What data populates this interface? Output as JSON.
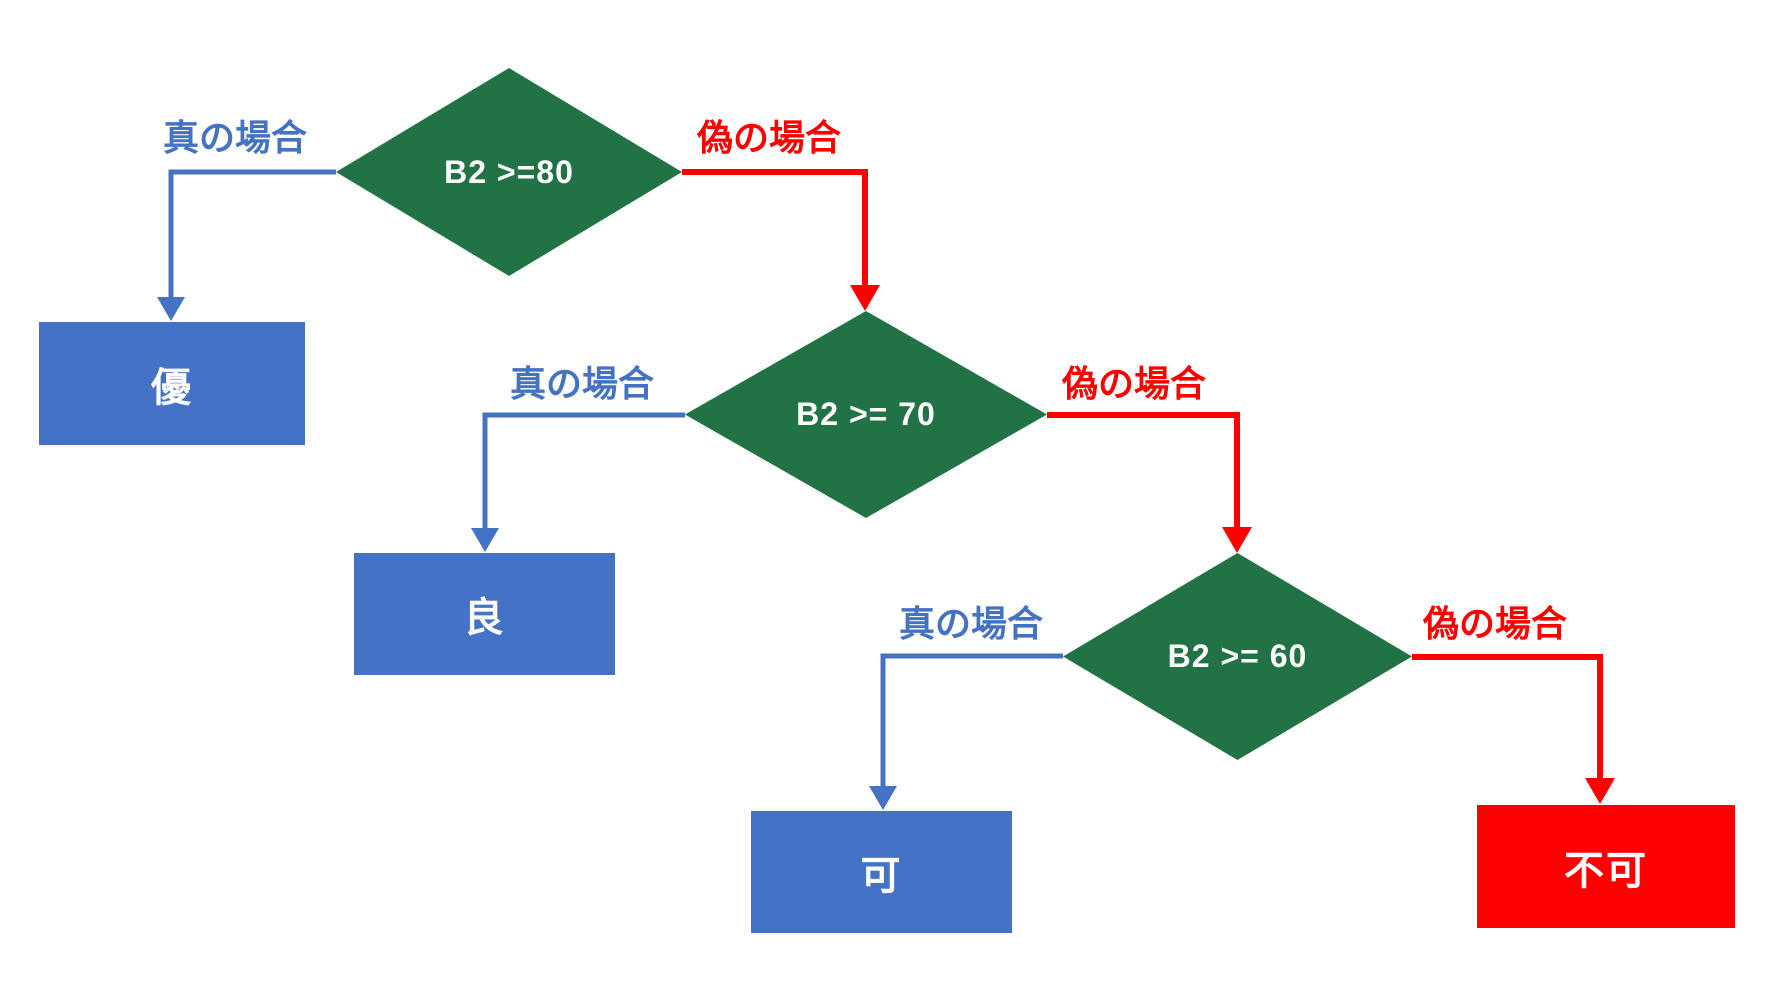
{
  "diagram": {
    "kind": "decision-flowchart",
    "nodes": {
      "decisions": [
        {
          "id": "d1",
          "label": "B2 >=80"
        },
        {
          "id": "d2",
          "label": "B2 >= 70"
        },
        {
          "id": "d3",
          "label": "B2 >= 60"
        }
      ],
      "results": [
        {
          "id": "r1",
          "label": "優",
          "status": "pass"
        },
        {
          "id": "r2",
          "label": "良",
          "status": "pass"
        },
        {
          "id": "r3",
          "label": "可",
          "status": "pass"
        },
        {
          "id": "r4",
          "label": "不可",
          "status": "fail"
        }
      ]
    },
    "edges": {
      "d1_true": {
        "from": "d1",
        "to": "r1",
        "label": "真の場合"
      },
      "d1_false": {
        "from": "d1",
        "to": "d2",
        "label": "偽の場合"
      },
      "d2_true": {
        "from": "d2",
        "to": "r2",
        "label": "真の場合"
      },
      "d2_false": {
        "from": "d2",
        "to": "d3",
        "label": "偽の場合"
      },
      "d3_true": {
        "from": "d3",
        "to": "r3",
        "label": "真の場合"
      },
      "d3_false": {
        "from": "d3",
        "to": "r4",
        "label": "偽の場合"
      }
    }
  },
  "colors": {
    "decision_fill": "#217346",
    "result_fill": "#4472C4",
    "fail_fill": "#FF0000",
    "true_branch": "#4472C4",
    "false_branch": "#FF0000",
    "node_text": "#FFFFFF",
    "canvas_bg": "#FFFFFF"
  }
}
